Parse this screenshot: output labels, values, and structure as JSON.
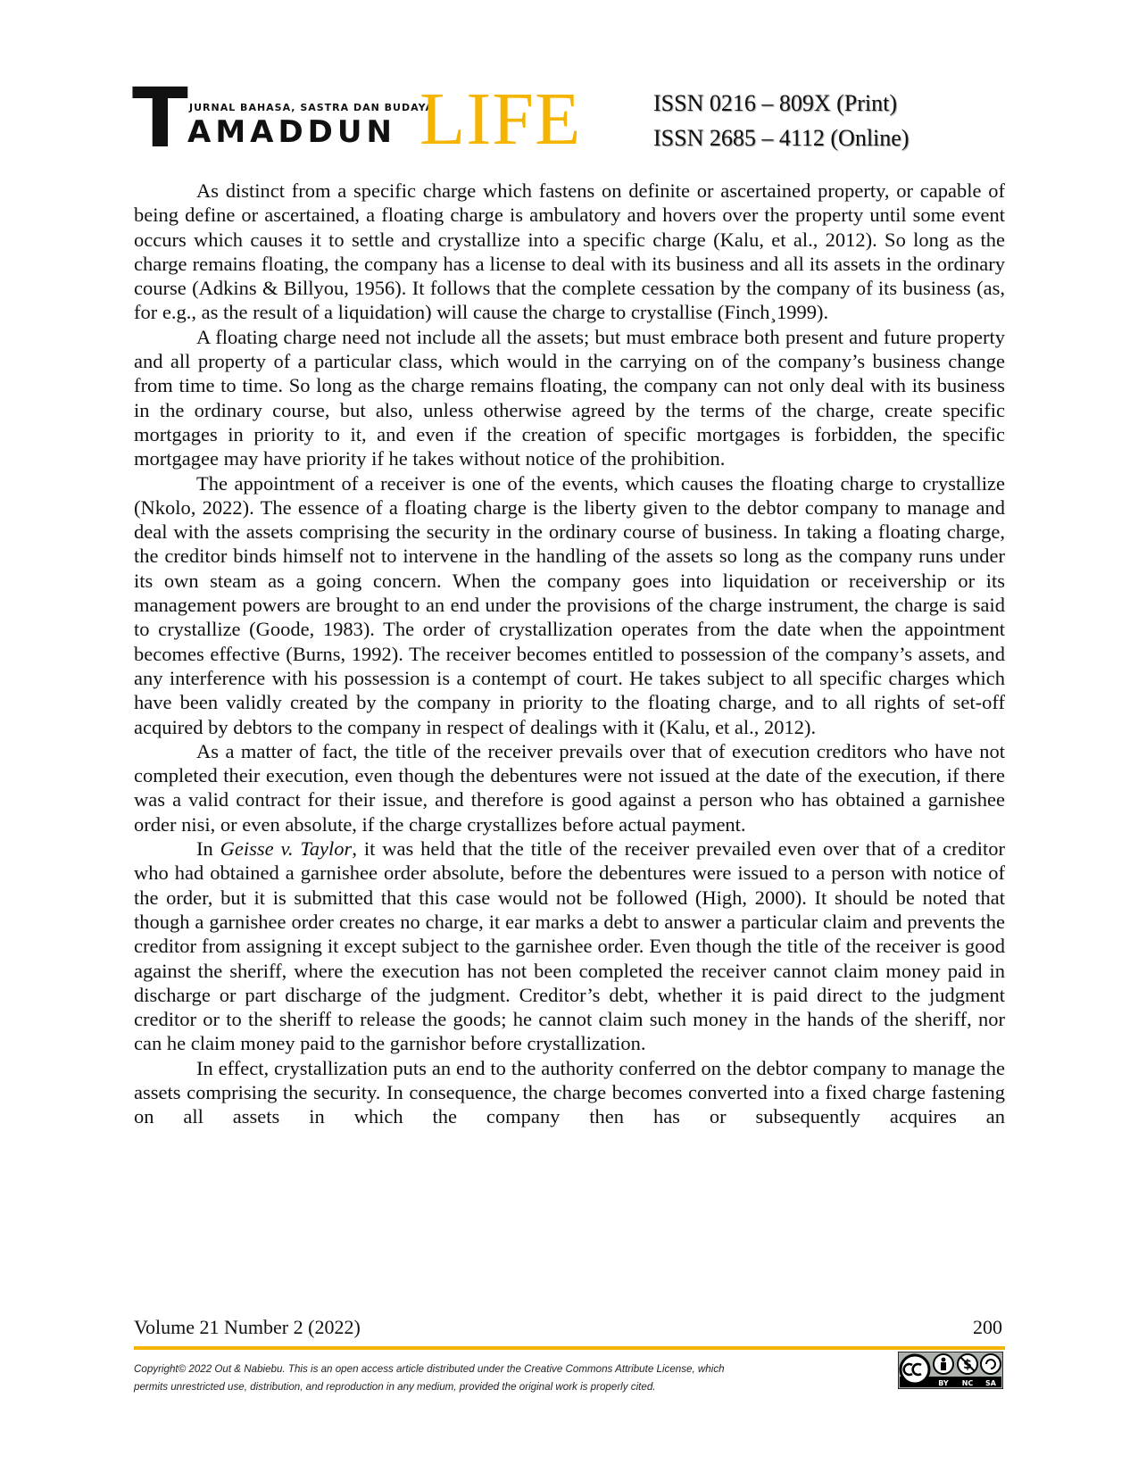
{
  "header": {
    "logo_t": "T",
    "logo_subtitle": "JURNAL BAHASA, SASTRA DAN BUDAYA",
    "logo_name": "AMADDUN",
    "logo_life": "LIFE",
    "issn_print": "ISSN 0216 – 809X (Print)",
    "issn_online": "ISSN 2685 – 4112 (Online)"
  },
  "paragraphs": [
    "As distinct from a specific charge which fastens on definite or ascertained property, or capable of being define or ascertained, a floating charge is ambulatory and hovers over the property until some event occurs which causes it to settle and crystallize into a specific charge (Kalu, et al., 2012). So long as the charge remains floating, the company has a license to deal with its business and all its assets in the ordinary course (Adkins & Billyou, 1956). It follows that the complete cessation by the company of its business (as, for e.g., as the result of a liquidation) will cause the charge to crystallise (Finch¸1999).",
    " A floating charge need not include all the assets; but must embrace both present and future property and all property of a particular class, which would in the carrying on of the company’s business change from time to time. So long as the charge remains floating, the company can not only deal with its business in the ordinary course, but also, unless otherwise agreed by the terms of the charge, create specific mortgages in priority to it, and even if the creation of specific mortgages is forbidden, the specific mortgagee may have priority if he takes without notice of the prohibition.",
    "The appointment of a receiver is one of the events, which causes the floating charge to crystallize (Nkolo, 2022). The essence of a floating charge is the liberty given to the debtor company to manage and deal with the assets comprising the security in the ordinary course of business. In taking a floating charge, the creditor binds himself not to intervene in the handling of the assets so long as the company runs under its own steam as a going concern. When the company goes into liquidation or receivership or its management powers are brought to an end under the provisions of the charge instrument, the charge is said to crystallize (Goode, 1983). The order of crystallization operates from the date when the appointment becomes effective (Burns, 1992). The receiver becomes entitled to possession of the company’s assets, and any interference with his possession is a contempt of court. He takes subject to all specific charges which have been validly created by the company in priority to the floating charge, and to all rights of set-off acquired by debtors to the company in respect of dealings with it (Kalu, et al., 2012).",
    "As a matter of fact, the title of the receiver prevails over that of execution creditors who have not completed their execution, even though the debentures were not issued at the date of the execution, if there was a valid contract for their issue, and therefore is good against a person who has obtained a garnishee order nisi, or even absolute, if the charge crystallizes before actual payment.",
    {
      "prefix": "In ",
      "case_name": "Geisse v. Taylor",
      "rest": ", it was held that the title of the receiver prevailed even over that of a creditor who had obtained a garnishee order absolute, before the debentures were issued to a person with notice of the order, but it is submitted that this case would not be followed (High, 2000). It should be noted that though a garnishee order creates no charge, it ear marks a debt to answer a particular claim and prevents the creditor from assigning it except subject to the garnishee order. Even though the title of the receiver is good against the sheriff, where the execution has not been completed the receiver cannot claim money paid in discharge or part discharge of the judgment. Creditor’s debt, whether it is paid direct to the judgment creditor or to the sheriff to release the goods; he cannot claim such money in the hands of the sheriff, nor can he claim money paid to the garnishor before crystallization."
    },
    "In effect, crystallization puts an end to the authority conferred on the debtor company to manage the assets comprising the security. In consequence, the charge becomes converted into a fixed charge fastening on all assets in which the company then has or subsequently acquires an"
  ],
  "footer": {
    "volume": "Volume 21 Number 2 (2022)",
    "page_number": "200",
    "copyright_line1": "Copyright© 2022 Out & Nabiebu. This is an open access article distributed under the Creative Commons Attribute License, which",
    "copyright_line2": "permits unrestricted use, distribution, and reproduction in any medium, provided the original work is properly cited.",
    "cc_labels": [
      "BY",
      "NC",
      "SA"
    ]
  },
  "colors": {
    "accent": "#f5b400",
    "text": "#111111"
  }
}
